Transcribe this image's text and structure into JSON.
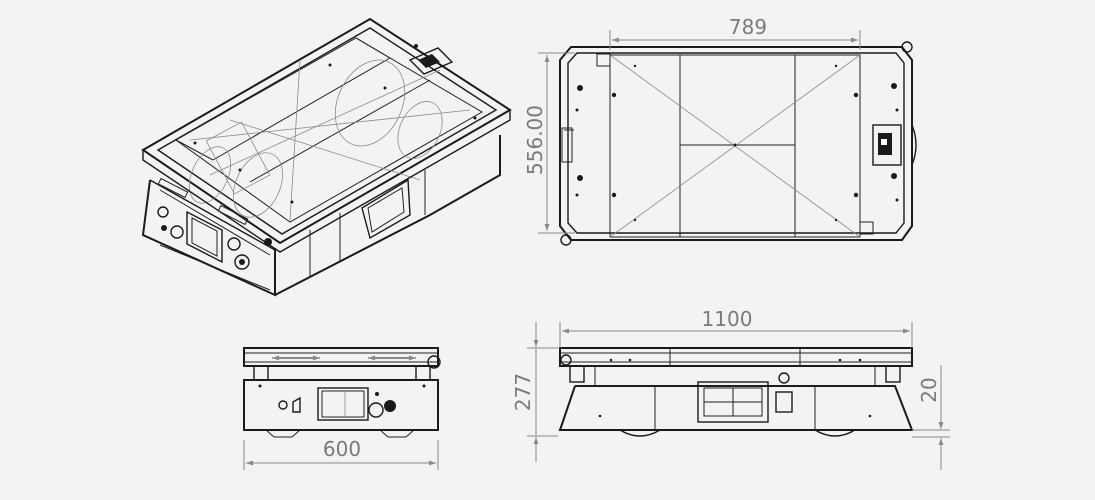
{
  "dimensions": {
    "top_width": "789",
    "top_height": "556.00",
    "front_width": "1100",
    "front_height": "277",
    "front_small": "20",
    "side_width": "600"
  },
  "colors": {
    "background": "#f2f3f4",
    "line": "#1a1a1a",
    "dimension": "#8a8a8a"
  }
}
